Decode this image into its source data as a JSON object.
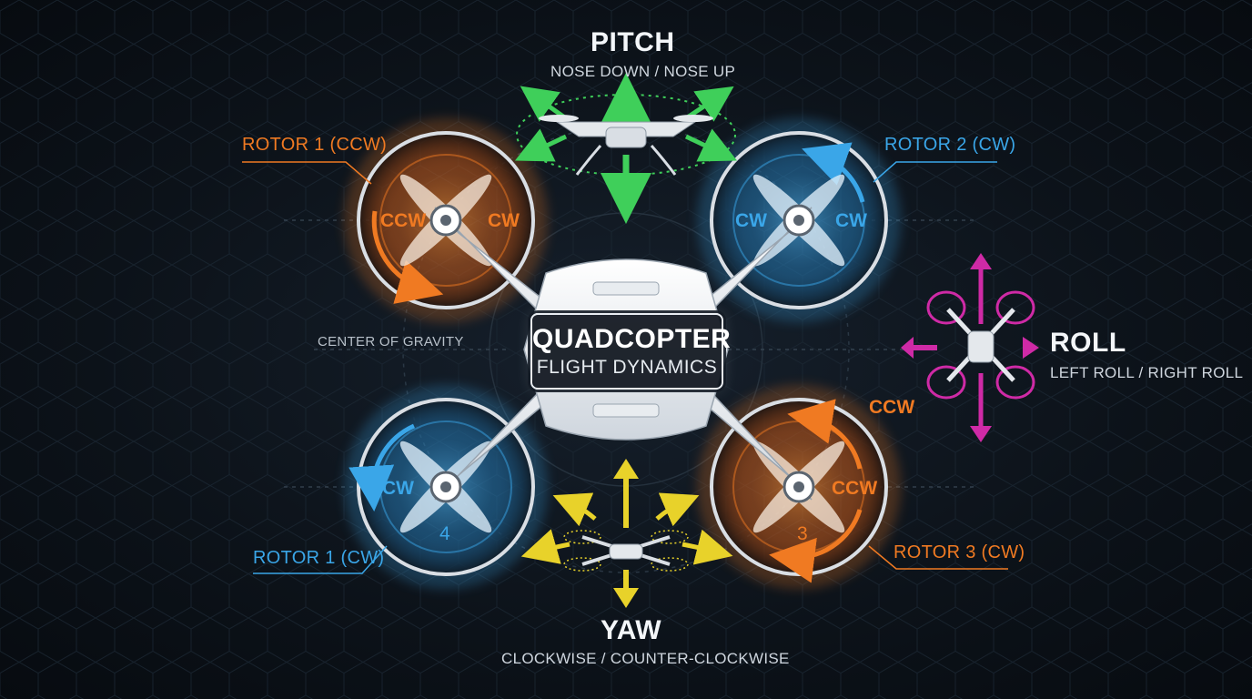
{
  "title": {
    "line1": "QUADCOPTER",
    "line2": "FLIGHT DYNAMICS"
  },
  "pitch": {
    "label": "PITCH",
    "sub": "NOSE DOWN / NOSE UP"
  },
  "roll": {
    "label": "ROLL",
    "sub": "LEFT ROLL / RIGHT ROLL"
  },
  "yaw": {
    "label": "YAW",
    "sub": "CLOCKWISE / COUNTER-CLOCKWISE"
  },
  "center_of_gravity": "CENTER OF GRAVITY",
  "rotors": {
    "top_left": {
      "label": "ROTOR 1 (CCW)",
      "left_dir": "CCW",
      "right_dir": "CW",
      "color": "#f07a22"
    },
    "top_right": {
      "label": "ROTOR 2 (CW)",
      "left_dir": "CW",
      "right_dir": "CW",
      "color": "#3aa6e8"
    },
    "bottom_left": {
      "label": "ROTOR 1 (CW)",
      "dir": "CW",
      "number": "4",
      "color": "#3aa6e8"
    },
    "bottom_right": {
      "label": "ROTOR 3 (CW)",
      "top_dir": "CCW",
      "dir": "CCW",
      "number": "3",
      "color": "#f07a22"
    }
  },
  "colors": {
    "pitch": "#3fcf5a",
    "roll": "#cf2aa6",
    "yaw": "#e8d22a",
    "orange": "#f07a22",
    "blue": "#3aa6e8"
  }
}
